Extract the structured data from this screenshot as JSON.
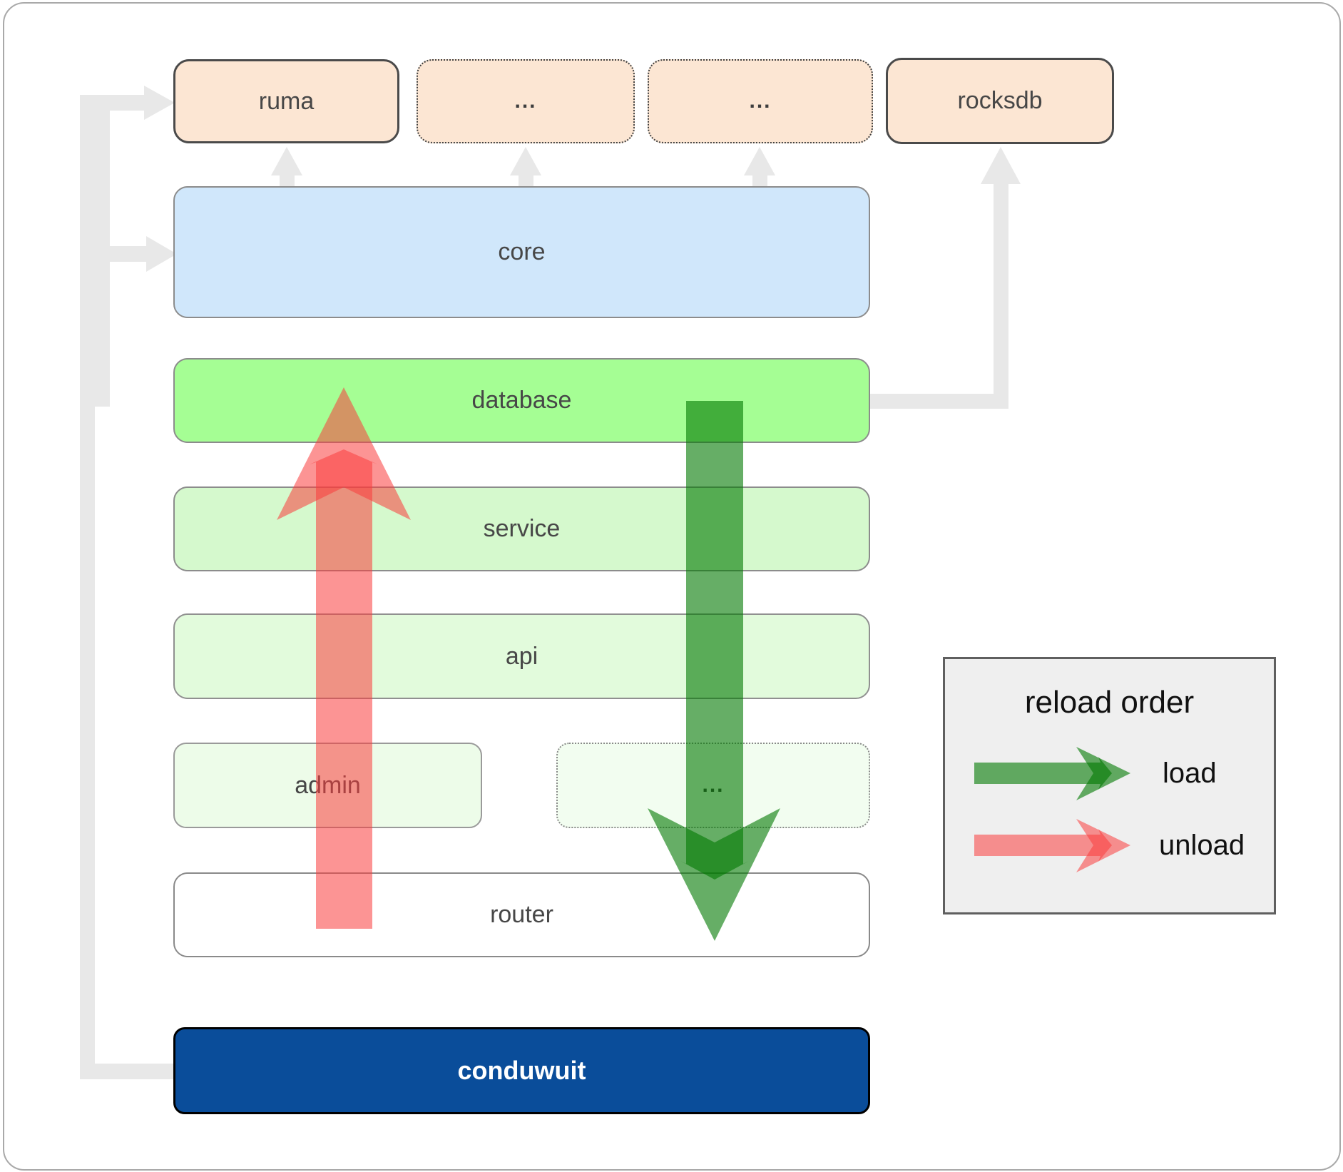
{
  "diagram": {
    "nodes": {
      "ruma": "ruma",
      "ellipsis_top_1": "...",
      "ellipsis_top_2": "...",
      "rocksdb": "rocksdb",
      "core": "core",
      "database": "database",
      "service": "service",
      "api": "api",
      "admin": "admin",
      "ellipsis_mid": "...",
      "router": "router",
      "conduwuit": "conduwuit"
    }
  },
  "legend": {
    "title": "reload order",
    "load_label": "load",
    "unload_label": "unload"
  },
  "colors": {
    "arrow_load": "rgba(0,120,0,0.6)",
    "arrow_unload": "rgba(250,60,60,0.55)",
    "connector_gray": "#e8e8e8",
    "box_peach": "#fce6d3",
    "box_core_blue": "#d0e7fb",
    "box_database_green": "#a5fe94",
    "box_service_green": "#d5f9cd",
    "box_api_green": "#e2fbdc",
    "box_admin_green": "#edfce9",
    "box_router_white": "#ffffff",
    "box_conduwuit_navy": "#0a4d9a",
    "legend_bg": "#efefef",
    "label_gray": "#474747"
  }
}
